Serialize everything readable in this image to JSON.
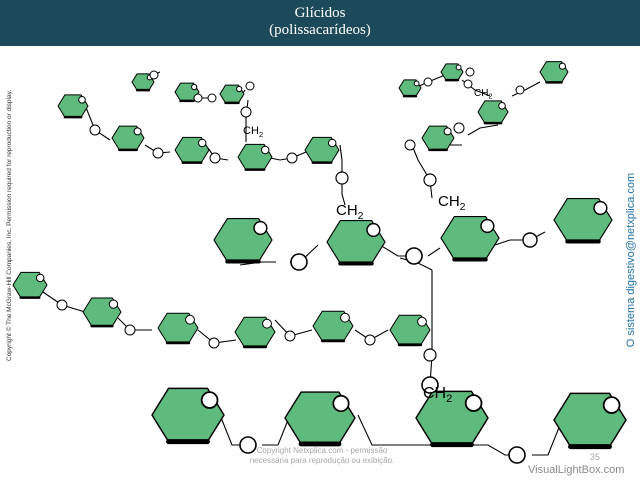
{
  "header": {
    "title": "Glícidos",
    "subtitle": "(polissacarídeos)"
  },
  "diagram": {
    "group_label": "CH2",
    "ring_color": "#5fba7d"
  },
  "side_text": {
    "copyright_left": "Copyright © The McGraw-Hill Companies, Inc. Permission required for reproduction or display.",
    "site_right": "O sistema digestivo@netxplica.com"
  },
  "footer": {
    "copyright_line1": "Copyright Netxplica.com - permissão",
    "copyright_line2": "necessária para reprodução ou exibição.",
    "page_number": "35",
    "watermark": "VisualLightBox.com"
  }
}
